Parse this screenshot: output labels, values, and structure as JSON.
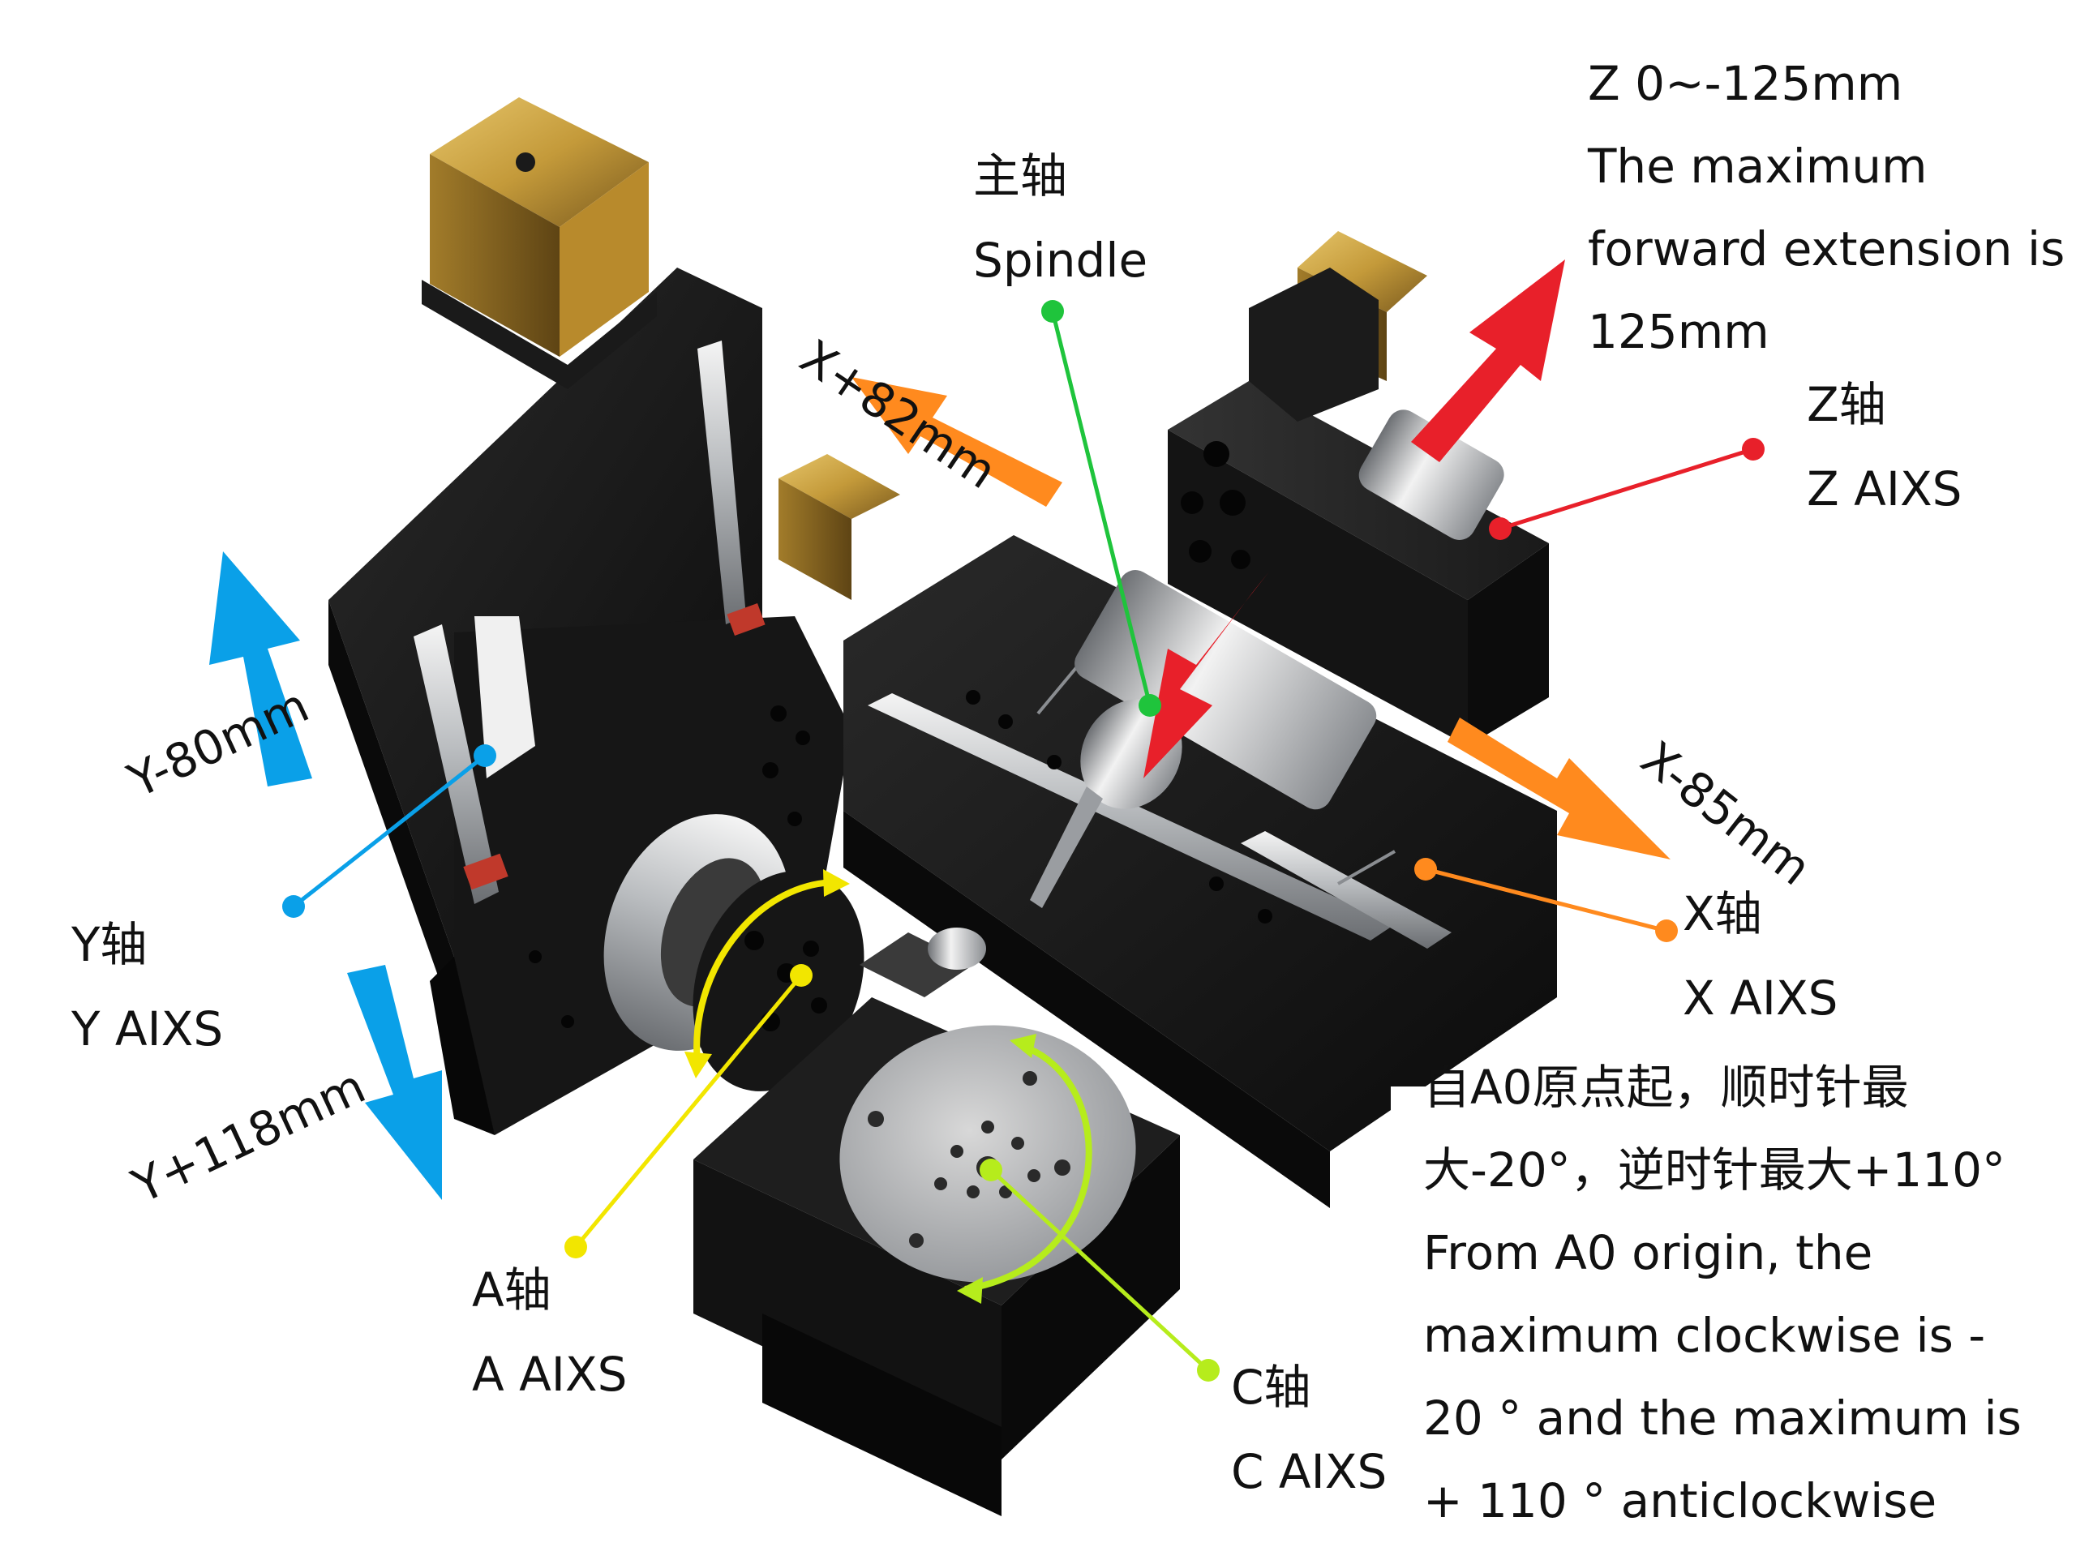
{
  "colors": {
    "y_axis": "#0aa0e8",
    "x_axis": "#ff8a1e",
    "z_axis": "#e8202a",
    "spindle": "#1fc43c",
    "a_axis": "#f2e600",
    "c_axis": "#b6ec1c",
    "body": "#141414",
    "motor": "#c49a3a",
    "rail": "#a6a9ad"
  },
  "labels": {
    "z_travel": [
      "Z 0~-125mm",
      "The maximum",
      "forward extension is",
      "125mm"
    ],
    "spindle": [
      "主轴",
      "Spindle"
    ],
    "x_plus": "X+82mm",
    "x_minus": "X-85mm",
    "y_minus": "Y-80mm",
    "y_plus": "Y+118mm",
    "z_axis": [
      "Z轴",
      "Z AIXS"
    ],
    "y_axis": [
      "Y轴",
      "Y AIXS"
    ],
    "x_axis": [
      "X轴",
      "X AIXS"
    ],
    "a_axis": [
      "A轴",
      "A AIXS"
    ],
    "c_axis": [
      "C轴",
      "C AIXS"
    ],
    "a_note": [
      "自A0原点起，顺时针最",
      "大-20°，逆时针最大+110°",
      "From A0 origin, the",
      "maximum clockwise is -",
      "20 ° and the maximum is",
      "+ 110 ° anticlockwise"
    ]
  }
}
